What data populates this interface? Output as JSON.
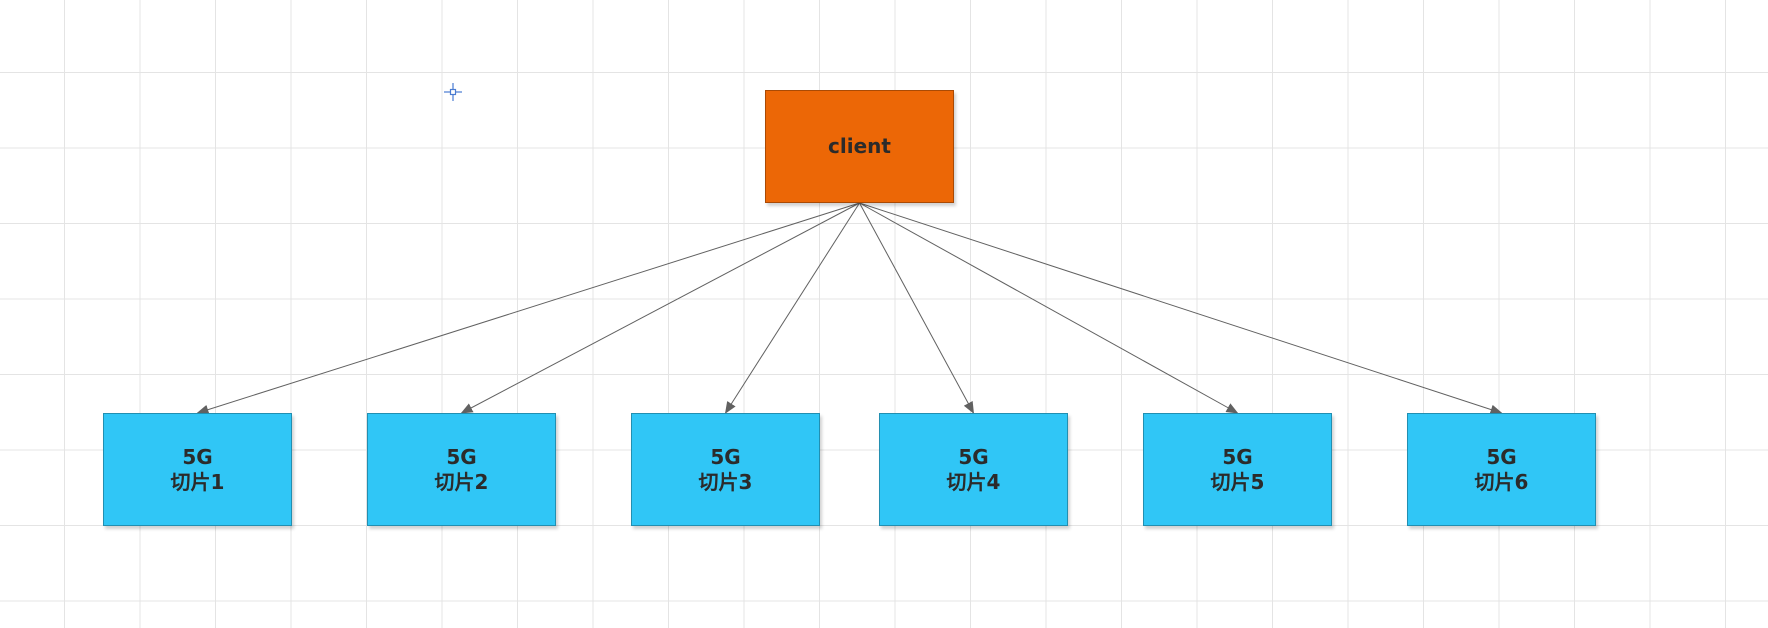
{
  "colors": {
    "client_fill": "#ec6706",
    "slice_fill": "#30c6f6",
    "edge_stroke": "#616161",
    "grid_line": "#e4e4e4",
    "marker": "#4a7bd1"
  },
  "client": {
    "label": "client"
  },
  "slices": [
    {
      "line1": "5G",
      "line2": "切片1"
    },
    {
      "line1": "5G",
      "line2": "切片2"
    },
    {
      "line1": "5G",
      "line2": "切片3"
    },
    {
      "line1": "5G",
      "line2": "切片4"
    },
    {
      "line1": "5G",
      "line2": "切片5"
    },
    {
      "line1": "5G",
      "line2": "切片6"
    }
  ],
  "edges": [
    {
      "from": "client",
      "to": "slice-1"
    },
    {
      "from": "client",
      "to": "slice-2"
    },
    {
      "from": "client",
      "to": "slice-3"
    },
    {
      "from": "client",
      "to": "slice-4"
    },
    {
      "from": "client",
      "to": "slice-5"
    },
    {
      "from": "client",
      "to": "slice-6"
    }
  ],
  "icons": {
    "canvas_marker": "crosshair-icon"
  }
}
